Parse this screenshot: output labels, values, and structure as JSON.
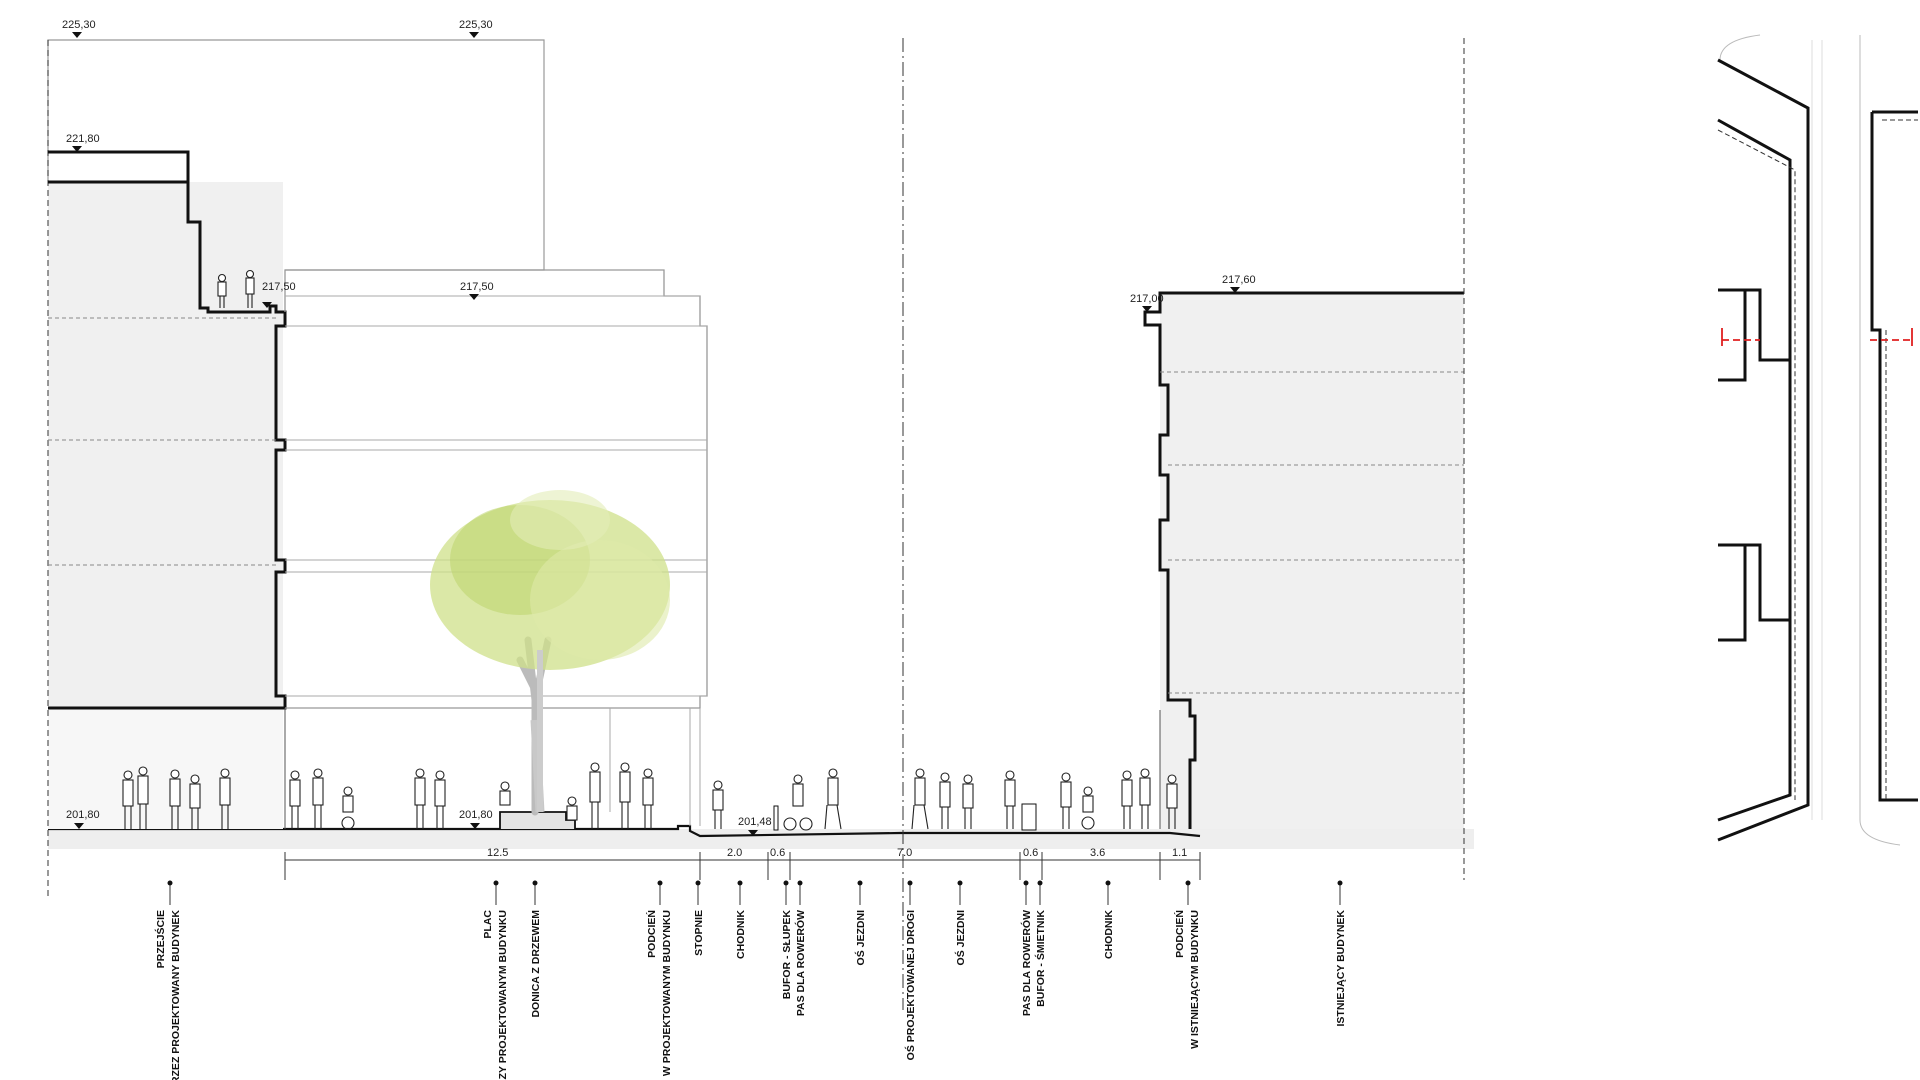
{
  "levels": {
    "top_left": "225,30",
    "top_mid": "225,30",
    "roof_left": "221,80",
    "eave_left": "217,50",
    "eave_mid": "217,50",
    "right_a": "217,00",
    "right_b": "217,60",
    "ground_left": "201,80",
    "ground_planter": "201,80",
    "street": "201,48"
  },
  "dimensions": [
    "12.5",
    "2.0",
    "0.6",
    "7.0",
    "0.6",
    "3.6",
    "1.1"
  ],
  "labels": [
    [
      "PRZEJŚCIE",
      "PRZEZ PROJEKTOWANY BUDYNEK"
    ],
    [
      "PLAC",
      "PRZY PROJEKTOWANYM BUDYNKU"
    ],
    [
      "DONICA Z DRZEWEM"
    ],
    [
      "PODCIEŃ",
      "W PROJEKTOWANYM BUDYNKU"
    ],
    [
      "STOPNIE"
    ],
    [
      "CHODNIK"
    ],
    [
      "BUFOR - SŁUPEK"
    ],
    [
      "PAS DLA ROWERÓW"
    ],
    [
      "OŚ JEZDNI"
    ],
    [
      "OŚ PROJEKTOWANEJ DROGI"
    ],
    [
      "OŚ JEZDNI"
    ],
    [
      "PAS DLA ROWERÓW"
    ],
    [
      "BUFOR - ŚMIETNIK"
    ],
    [
      "CHODNIK"
    ],
    [
      "PODCIEŃ",
      "W ISTNIEJĄCYM BUDYNKU"
    ],
    [
      "ISTNIEJĄCY BUDYNEK"
    ]
  ],
  "colors": {
    "line": "#111111",
    "fill": "#f2f2f2",
    "tree": "#cfe08a",
    "section_mark": "#e02020"
  }
}
